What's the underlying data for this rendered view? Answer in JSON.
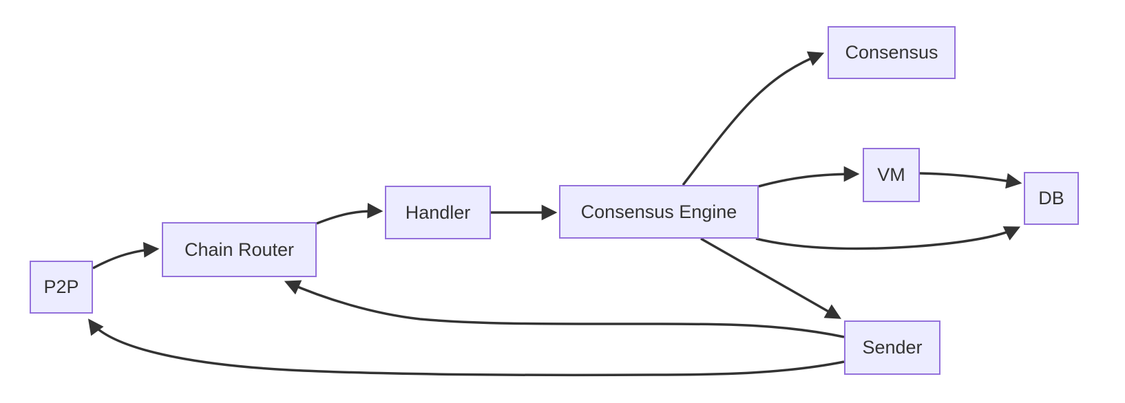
{
  "diagram": {
    "type": "flowchart",
    "direction": "left-to-right",
    "colors": {
      "background": "#ffffff",
      "node_fill": "#ECECFF",
      "node_border": "#9370DB",
      "edge_stroke": "#333333",
      "label_text": "#333333"
    },
    "nodes": {
      "p2p": {
        "label": "P2P"
      },
      "chain_router": {
        "label": "Chain Router"
      },
      "handler": {
        "label": "Handler"
      },
      "consensus_engine": {
        "label": "Consensus Engine"
      },
      "consensus": {
        "label": "Consensus"
      },
      "vm": {
        "label": "VM"
      },
      "db": {
        "label": "DB"
      },
      "sender": {
        "label": "Sender"
      }
    },
    "edges": [
      {
        "from": "P2P",
        "to": "Chain Router"
      },
      {
        "from": "Chain Router",
        "to": "Handler"
      },
      {
        "from": "Handler",
        "to": "Consensus Engine"
      },
      {
        "from": "Consensus Engine",
        "to": "Consensus"
      },
      {
        "from": "Consensus Engine",
        "to": "VM"
      },
      {
        "from": "VM",
        "to": "DB"
      },
      {
        "from": "Consensus Engine",
        "to": "DB"
      },
      {
        "from": "Consensus Engine",
        "to": "Sender"
      },
      {
        "from": "Sender",
        "to": "Chain Router"
      },
      {
        "from": "Sender",
        "to": "P2P"
      }
    ]
  }
}
